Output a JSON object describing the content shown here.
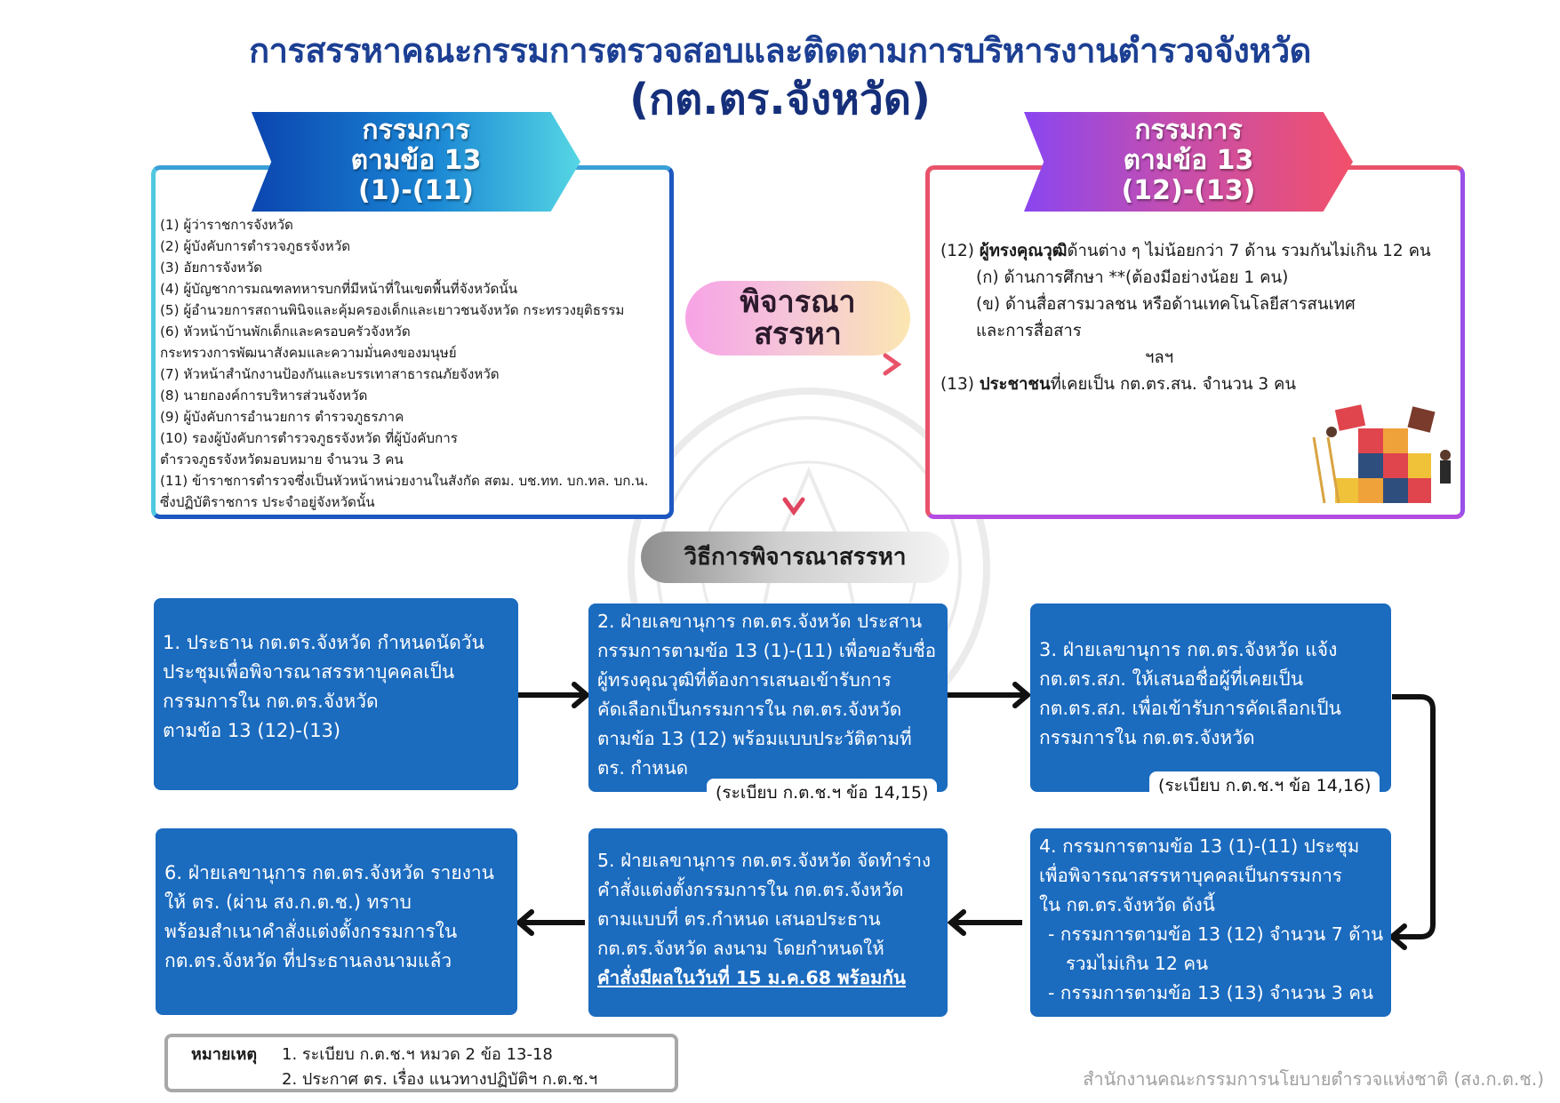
{
  "title": {
    "line1": "การสรรหาคณะกรรมการตรวจสอบและติดตามการบริหารงานตำรวจจังหวัด",
    "line2": "(กต.ตร.จังหวัด)"
  },
  "left_panel": {
    "ribbon": [
      "กรรมการ",
      "ตามข้อ 13",
      "(1)-(11)"
    ],
    "items": [
      "(1) ผู้ว่าราชการจังหวัด",
      "(2) ผู้บังคับการตำรวจภูธรจังหวัด",
      "(3) อัยการจังหวัด",
      "(4) ผู้บัญชาการมณฑลทหารบกที่มีหน้าที่ในเขตพื้นที่จังหวัดนั้น",
      "(5) ผู้อำนวยการสถานพินิจและคุ้มครองเด็กและเยาวชนจังหวัด กระทรวงยุติธรรม",
      "(6) หัวหน้าบ้านพักเด็กและครอบครัวจังหวัด",
      "กระทรวงการพัฒนาสังคมและความมั่นคงของมนุษย์",
      "(7) หัวหน้าสำนักงานป้องกันและบรรเทาสาธารณภัยจังหวัด",
      "(8) นายกองค์การบริหารส่วนจังหวัด",
      "(9) ผู้บังคับการอำนวยการ ตำรวจภูธรภาค",
      "(10) รองผู้บังคับการตำรวจภูธรจังหวัด ที่ผู้บังคับการ",
      "ตำรวจภูธรจังหวัดมอบหมาย จำนวน 3 คน",
      "(11) ข้าราชการตำรวจซึ่งเป็นหัวหน้าหน่วยงานในสังกัด สตม. บช.ทท. บก.ทล. บก.น.",
      "ซึ่งปฏิบัติราชการ ประจำอยู่จังหวัดนั้น"
    ]
  },
  "right_panel": {
    "ribbon": [
      "กรรมการ",
      "ตามข้อ 13",
      "(12)-(13)"
    ],
    "item12_prefix": "(12) ",
    "item12_bold": "ผู้ทรงคุณวุฒิ",
    "item12_rest": "ด้านต่าง ๆ ไม่น้อยกว่า 7 ด้าน รวมกันไม่เกิน 12 คน",
    "sub_a": "(ก) ด้านการศึกษา **(ต้องมีอย่างน้อย 1 คน)",
    "sub_b": "(ข) ด้านสื่อสารมวลชน หรือด้านเทคโนโลยีสารสนเทศ",
    "sub_b2": "และการสื่อสาร",
    "etc": "ฯลฯ",
    "item13_prefix": "(13) ",
    "item13_bold": "ประชาชน",
    "item13_rest": "ที่เคยเป็น กต.ตร.สน. จำนวน 3 คน"
  },
  "consider": [
    "พิจารณา",
    "สรรหา"
  ],
  "method_title": "วิธีการพิจารณาสรรหา",
  "steps": {
    "s1": [
      "1. ประธาน กต.ตร.จังหวัด กำหนดนัดวัน",
      "ประชุมเพื่อพิจารณาสรรหาบุคคลเป็น",
      "กรรมการใน กต.ตร.จังหวัด",
      "ตามข้อ 13 (12)-(13)"
    ],
    "s2": [
      "2. ฝ่ายเลขานุการ กต.ตร.จังหวัด ประสาน",
      "กรรมการตามข้อ 13 (1)-(11) เพื่อขอรับชื่อ",
      "ผู้ทรงคุณวุฒิที่ต้องการเสนอเข้ารับการ",
      "คัดเลือกเป็นกรรมการใน กต.ตร.จังหวัด",
      "ตามข้อ 13 (12) พร้อมแบบประวัติตามที่",
      "ตร. กำหนด"
    ],
    "s2_ref": "(ระเบียบ ก.ต.ช.ฯ ข้อ 14,15)",
    "s3": [
      "3. ฝ่ายเลขานุการ กต.ตร.จังหวัด แจ้ง",
      "กต.ตร.สภ. ให้เสนอชื่อผู้ที่เคยเป็น",
      "กต.ตร.สภ. เพื่อเข้ารับการคัดเลือกเป็น",
      "กรรมการใน กต.ตร.จังหวัด"
    ],
    "s3_ref": "(ระเบียบ ก.ต.ช.ฯ ข้อ 14,16)",
    "s4": [
      "4. กรรมการตามข้อ 13 (1)-(11) ประชุม",
      "เพื่อพิจารณาสรรหาบุคคลเป็นกรรมการ",
      "ใน กต.ตร.จังหวัด ดังนี้",
      "- กรรมการตามข้อ 13 (12) จำนวน 7 ด้าน",
      "รวมไม่เกิน 12 คน",
      "- กรรมการตามข้อ 13 (13) จำนวน 3 คน"
    ],
    "s5": [
      "5. ฝ่ายเลขานุการ กต.ตร.จังหวัด จัดทำร่าง",
      "คำสั่งแต่งตั้งกรรมการใน กต.ตร.จังหวัด",
      "ตามแบบที่ ตร.กำหนด เสนอประธาน",
      "กต.ตร.จังหวัด ลงนาม โดยกำหนดให้",
      "คำสั่งมีผลในวันที่ 15 ม.ค.68 พร้อมกัน"
    ],
    "s6": [
      "6. ฝ่ายเลขานุการ กต.ตร.จังหวัด รายงาน",
      "ให้ ตร. (ผ่าน สง.ก.ต.ช.) ทราบ",
      "พร้อมสำเนาคำสั่งแต่งตั้งกรรมการใน",
      "กต.ตร.จังหวัด ที่ประธานลงนามแล้ว"
    ]
  },
  "note": {
    "label": "หมายเหตุ",
    "line1": "1. ระเบียบ ก.ต.ช.ฯ หมวด 2 ข้อ 13-18",
    "line2": "2. ประกาศ ตร. เรื่อง แนวทางปฏิบัติฯ ก.ต.ช.ฯ"
  },
  "footer": "สำนักงานคณะกรรมการนโยบายตำรวจแห่งชาติ (สง.ก.ต.ช.)",
  "colors": {
    "title": "#1c3f93",
    "step_box": "#1b6bbf",
    "left_border": "#1d57c0",
    "right_border": "#e8536a",
    "arrow_red": "#e0445e"
  }
}
